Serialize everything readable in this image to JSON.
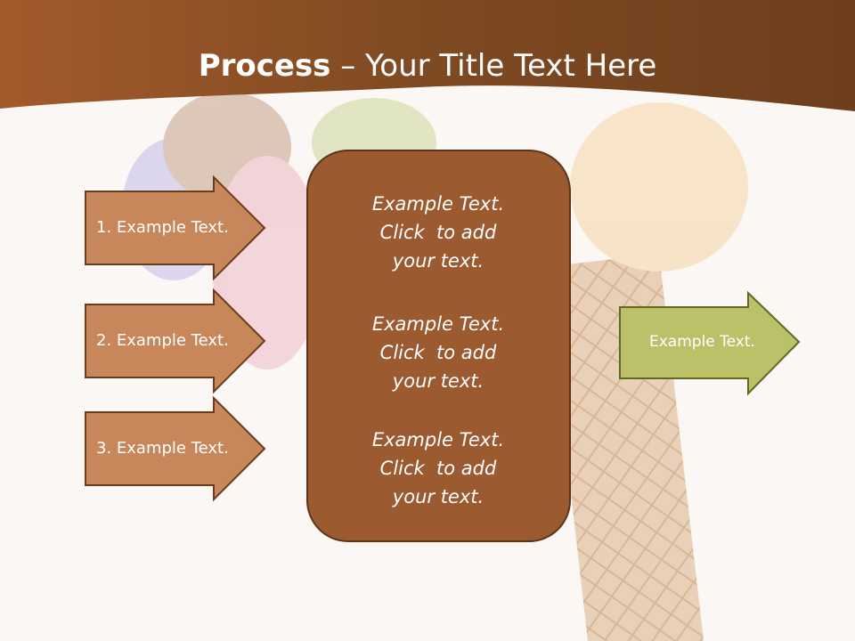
{
  "slide": {
    "title_bold": "Process",
    "title_rest": " – Your Title Text Here",
    "left_arrows": [
      {
        "label": "1. Example Text."
      },
      {
        "label": "2. Example Text."
      },
      {
        "label": "3. Example Text."
      }
    ],
    "center_box": {
      "blocks": [
        {
          "lines": [
            "Example Text.",
            "Click  to add",
            "your text."
          ]
        },
        {
          "lines": [
            "Example Text.",
            "Click  to add",
            "your text."
          ]
        },
        {
          "lines": [
            "Example Text.",
            "Click  to add",
            "your text."
          ]
        }
      ]
    },
    "right_arrow": {
      "label": "Example Text."
    },
    "colors": {
      "header": "#7a4520",
      "left_arrow_fill": "#c8875a",
      "center_box_fill": "#9c5a30",
      "right_arrow_fill": "#bcc068",
      "background": "#fbf7f4"
    },
    "background_image": "ice-cream-cone"
  }
}
